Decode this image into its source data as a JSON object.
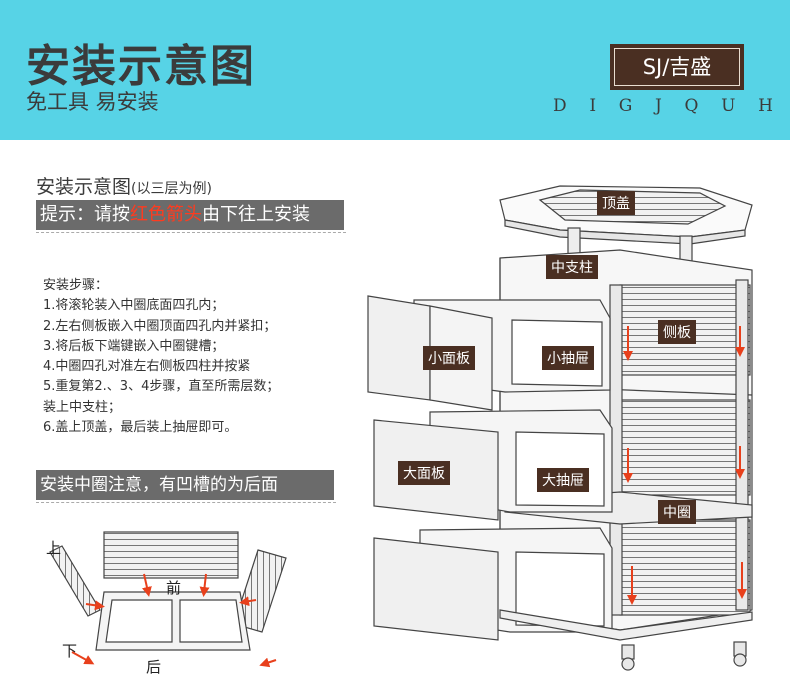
{
  "banner": {
    "title": "安装示意图",
    "subtitle": "免工具 易安装",
    "brand": "SJ/吉盛",
    "brand_letters": [
      "D",
      "I",
      "G",
      "J",
      "Q",
      "U",
      "H"
    ]
  },
  "section": {
    "title": "安装示意图",
    "title_note": "(以三层为例)",
    "tip_prefix": "提示：请按",
    "tip_red": "红色箭头",
    "tip_suffix": "由下往上安装"
  },
  "steps": {
    "heading": "安装步骤：",
    "items": [
      "1.将滚轮装入中圈底面四孔内；",
      "2.左右侧板嵌入中圈顶面四孔内并紧扣；",
      "3.将后板下端键嵌入中圈键槽；",
      "4.中圈四孔对准左右侧板四柱并按紧",
      "5.重复第2.、3、4步骤，直至所需层数；",
      "装上中支柱；",
      "6.盖上顶盖，最后装上抽屉即可。"
    ]
  },
  "middle_note": "安装中圈注意，有凹槽的为后面",
  "diagram_labels": {
    "top_cover": "顶盖",
    "middle_post": "中支柱",
    "small_panel": "小面板",
    "small_drawer": "小抽屉",
    "side_panel": "侧板",
    "large_panel": "大面板",
    "large_drawer": "大抽屉",
    "middle_ring": "中圈"
  },
  "orientation_labels": {
    "up": "上",
    "front": "前",
    "down": "下",
    "back": "后"
  },
  "colors": {
    "banner": "#57d3e6",
    "brand": "#4a2f22",
    "arrow": "#e8401c",
    "bar": "#6b6b6b"
  }
}
